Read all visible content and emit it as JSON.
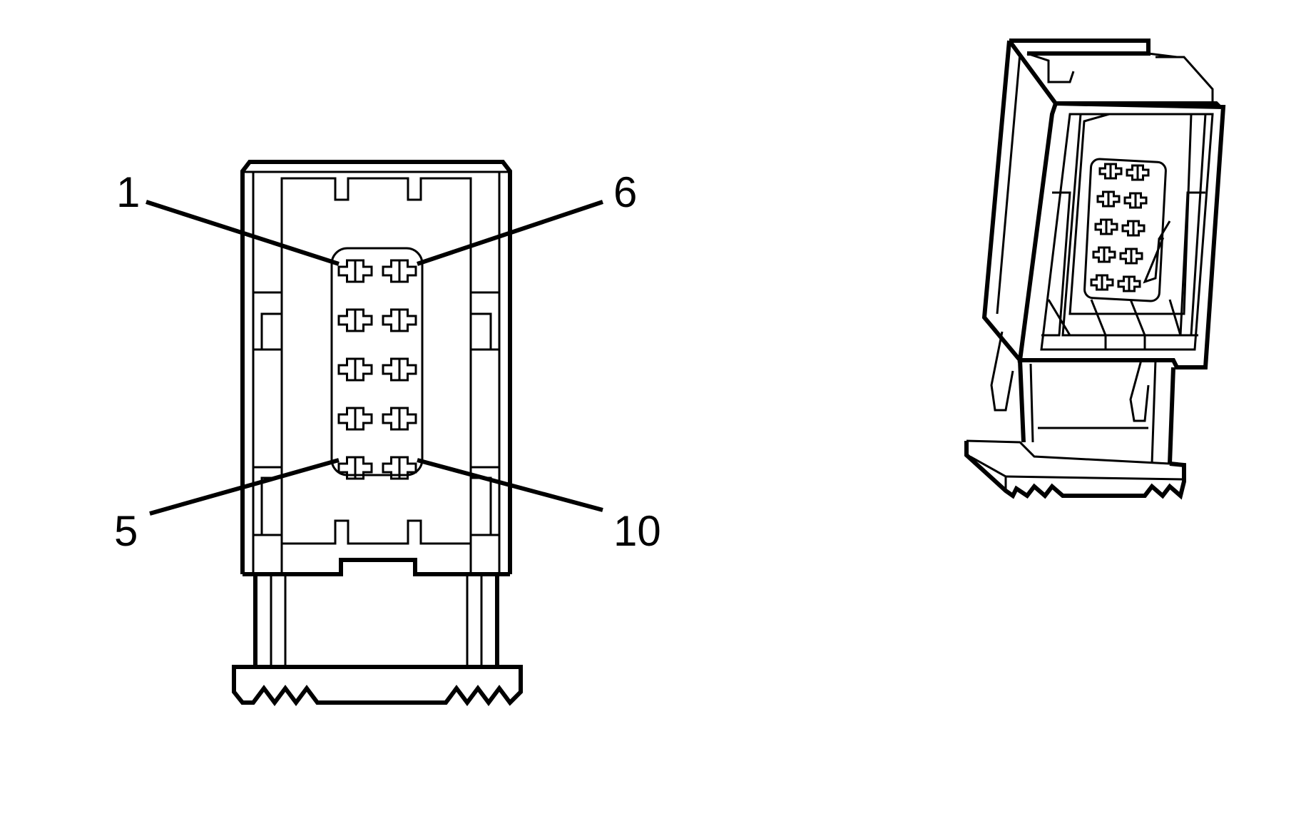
{
  "diagram": {
    "callouts": [
      {
        "pin": "1"
      },
      {
        "pin": "6"
      },
      {
        "pin": "5"
      },
      {
        "pin": "10"
      }
    ],
    "terminal_rows": 5,
    "terminal_columns": 2
  }
}
